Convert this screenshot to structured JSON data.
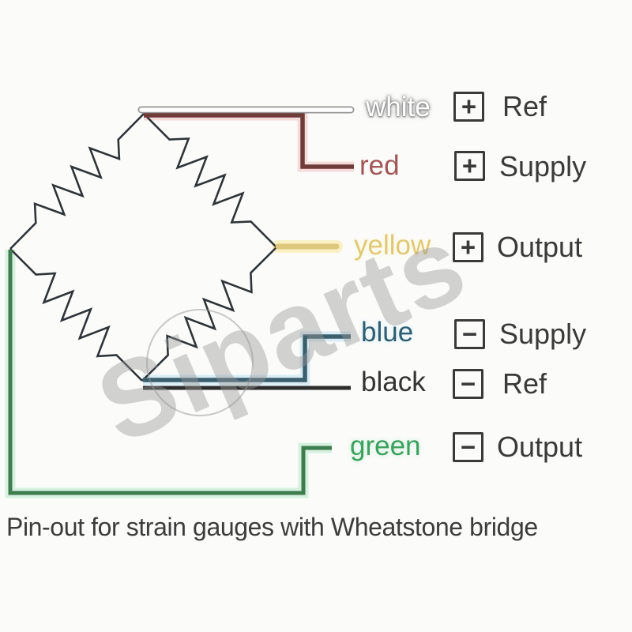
{
  "caption": "Pin-out for strain gauges with Wheatstone bridge",
  "watermark": {
    "text": "Siparts"
  },
  "rows": [
    {
      "label": "white",
      "sign": "+",
      "terminal": "Ref",
      "wire_color": "#ffffff"
    },
    {
      "label": "red",
      "sign": "+",
      "terminal": "Supply",
      "wire_color": "#6f3c3a"
    },
    {
      "label": "yellow",
      "sign": "+",
      "terminal": "Output",
      "wire_color": "#ddc87c"
    },
    {
      "label": "blue",
      "sign": "−",
      "terminal": "Supply",
      "wire_color": "#3c5f6e"
    },
    {
      "label": "black",
      "sign": "−",
      "terminal": "Ref",
      "wire_color": "#2d2d2d"
    },
    {
      "label": "green",
      "sign": "−",
      "terminal": "Output",
      "wire_color": "#3f7d4f"
    }
  ]
}
